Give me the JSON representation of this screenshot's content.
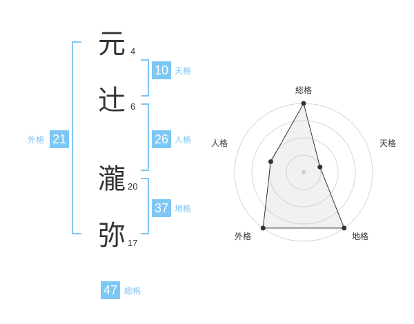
{
  "name": {
    "chars": [
      {
        "char": "元",
        "strokes": "4"
      },
      {
        "char": "辻",
        "strokes": "6"
      },
      {
        "char": "瀧",
        "strokes": "20"
      },
      {
        "char": "弥",
        "strokes": "17"
      }
    ]
  },
  "fortune": {
    "ten": {
      "value": "10",
      "label": "天格"
    },
    "jin": {
      "value": "26",
      "label": "人格"
    },
    "chi": {
      "value": "37",
      "label": "地格"
    },
    "gai": {
      "value": "21",
      "label": "外格"
    },
    "sou": {
      "value": "47",
      "label": "総格"
    }
  },
  "colors": {
    "badge": "#7dc7f5",
    "label": "#7dc7f5",
    "bracket": "#7dc7f5",
    "text": "#333333"
  },
  "chart_data": {
    "type": "radar",
    "axes": [
      "総格",
      "天格",
      "地格",
      "外格",
      "人格"
    ],
    "values": [
      4,
      1,
      4,
      4,
      2
    ],
    "range": [
      0,
      4
    ],
    "grid_rings": 4
  }
}
